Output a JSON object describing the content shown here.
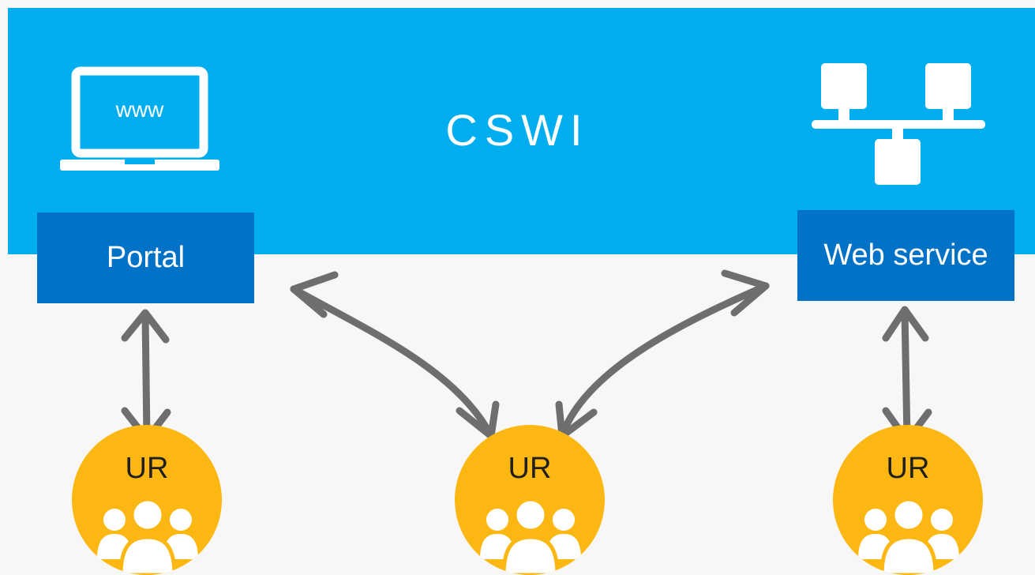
{
  "title": "CSWI",
  "laptop_screen_text": "www",
  "portal_label": "Portal",
  "webservice_label": "Web service",
  "users": [
    {
      "label": "UR"
    },
    {
      "label": "UR"
    },
    {
      "label": "UR"
    }
  ],
  "colors": {
    "banner": "#00adef",
    "box": "#0272c6",
    "user_circle": "#fdb712",
    "arrow": "#6e6e6e",
    "background": "#f7f7f7"
  },
  "icons": [
    "laptop-icon",
    "network-icon",
    "user-group-icon",
    "double-arrow-icon"
  ]
}
